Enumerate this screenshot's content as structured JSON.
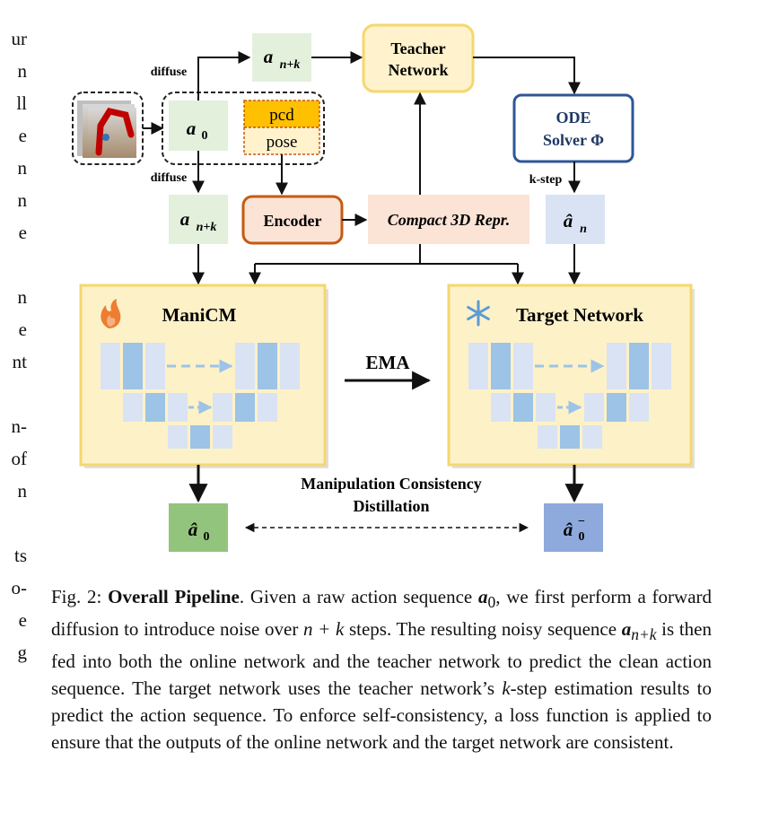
{
  "left_margin_fragments": [
    "ur",
    "n",
    "ll",
    "e",
    "n",
    "n",
    "e",
    "",
    "n",
    "e",
    "nt",
    "",
    "n-",
    "of",
    "n",
    "",
    "ts",
    "o-",
    "e",
    "g"
  ],
  "diagram": {
    "labels": {
      "diffuse_top": "diffuse",
      "diffuse_bottom": "diffuse",
      "a_n_plus_k_top": "a",
      "a_n_plus_k_sub": "n+k",
      "a0": "a",
      "a0_sub": "0",
      "pcd": "pcd",
      "pose": "pose",
      "teacher_line1": "Teacher",
      "teacher_line2": "Network",
      "ode_line1": "ODE",
      "ode_line2": "Solver Φ",
      "k_step": "k-step",
      "encoder": "Encoder",
      "compact": "Compact 3D Repr.",
      "a_hat_n": "â",
      "a_hat_n_sub": "n",
      "manicm": "ManiCM",
      "target_network": "Target Network",
      "ema": "EMA",
      "distill_line1": "Manipulation Consistency",
      "distill_line2": "Distillation",
      "a_hat_0": "â",
      "a_hat_0_sub": "0",
      "a_hat_0_minus": "â",
      "a_hat_0_minus_sub": "0",
      "a_hat_0_minus_sup": "−"
    },
    "icons": [
      "robot-scene-image",
      "flame-icon",
      "snowflake-icon"
    ],
    "colors": {
      "green_box": "#e3f0dc",
      "green_out": "#93c47d",
      "blue_out": "#8ea9db",
      "blue_light": "#dae3f3",
      "yellow_panel": "#fdf1c8",
      "yellow_border": "#f5d76e",
      "peach": "#fbe3d6",
      "encoder_border": "#c55a11",
      "ode_border": "#2f5597",
      "pcd_fill": "#ffc000",
      "pose_fill": "#fff2cc"
    }
  },
  "caption": {
    "fig_label": "Fig. 2:",
    "title": "Overall Pipeline",
    "seg1": ". Given a raw action sequence ",
    "a0": "a",
    "a0_sub": "0",
    "seg2": ", we first perform a forward diffusion to introduce noise over ",
    "n_plus_k": "n + k",
    "seg3": " steps. The resulting noisy sequence ",
    "ank": "a",
    "ank_sub": "n+k",
    "seg4": " is then fed into both the online network and the teacher network to predict the clean action sequence. The target network uses the teacher network’s ",
    "k": "k",
    "seg5": "-step estimation results to predict the action sequence. To enforce self-consistency, a loss function is applied to ensure that the outputs of the online network and the target network are consistent."
  }
}
